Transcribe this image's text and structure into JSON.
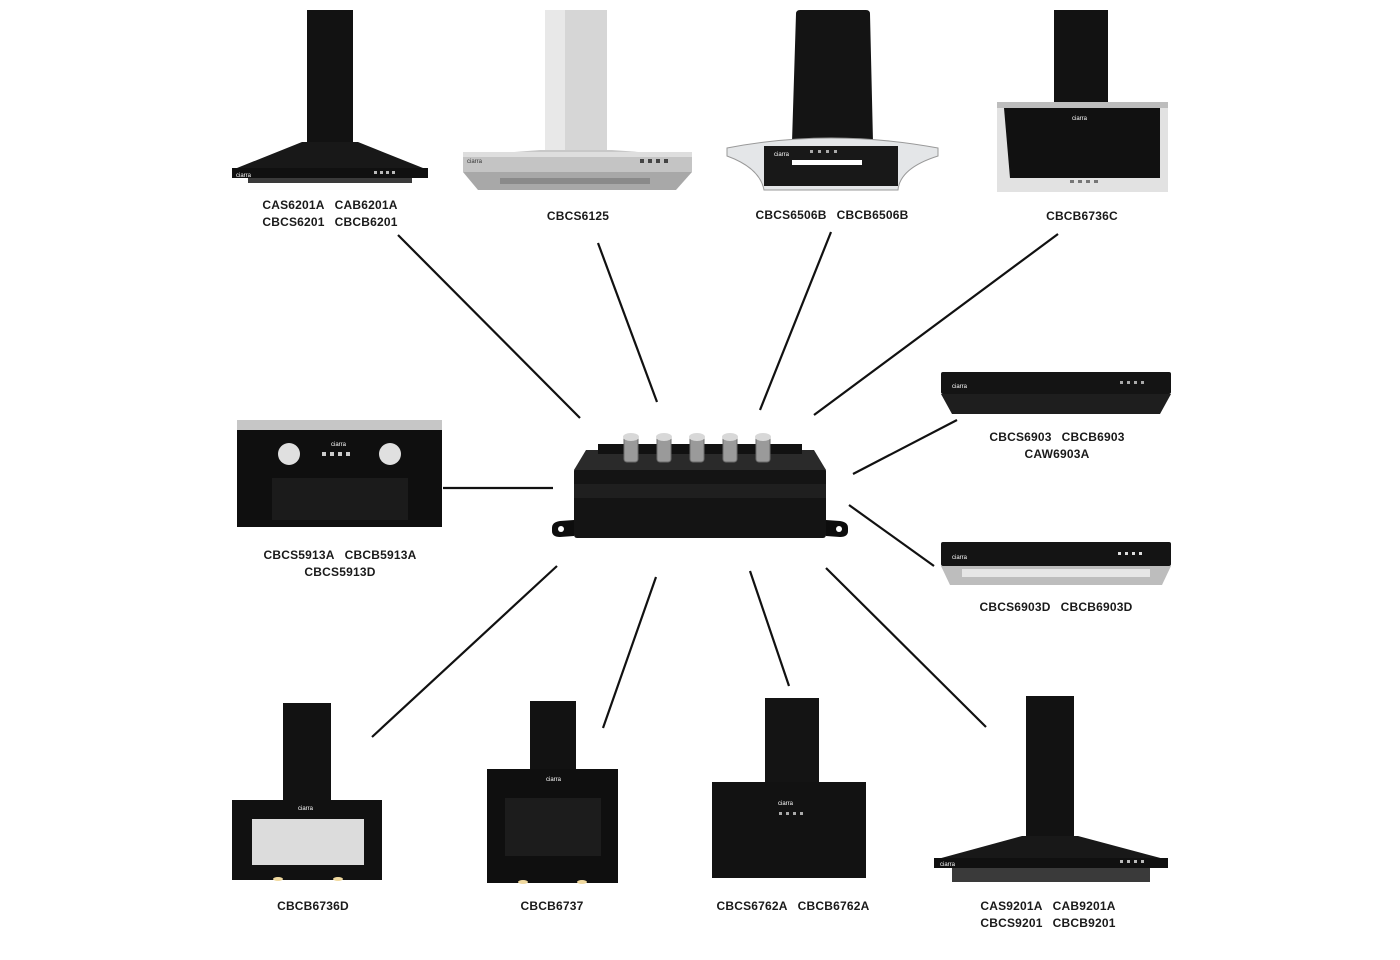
{
  "brand": "ciarra",
  "colors": {
    "black": "#111111",
    "steel": "#cfcfcf",
    "line": "#111111",
    "glass": "#e6e8ea"
  },
  "hub": {
    "name": "control-switch-unit",
    "knob_count": 5
  },
  "products": [
    {
      "id": "p1",
      "icon": "pyramid-hood-black-icon",
      "lines": [
        [
          "CAS6201A",
          "CAB6201A"
        ],
        [
          "CBCS6201",
          "CBCB6201"
        ]
      ]
    },
    {
      "id": "p2",
      "icon": "pyramid-hood-steel-icon",
      "lines": [
        [
          "CBCS6125"
        ]
      ]
    },
    {
      "id": "p3",
      "icon": "curved-glass-hood-icon",
      "lines": [
        [
          "CBCS6506B",
          "CBCB6506B"
        ]
      ]
    },
    {
      "id": "p4",
      "icon": "angled-glass-hood-icon",
      "lines": [
        [
          "CBCB6736C"
        ]
      ]
    },
    {
      "id": "p5",
      "icon": "slim-undercabinet-hood-icon",
      "lines": [
        [
          "CBCS6903",
          "CBCB6903"
        ],
        [
          "CAW6903A"
        ]
      ]
    },
    {
      "id": "p6",
      "icon": "slim-undercabinet-hood-light-icon",
      "lines": [
        [
          "CBCS6903D",
          "CBCB6903D"
        ]
      ]
    },
    {
      "id": "p7",
      "icon": "integrated-hood-icon",
      "lines": [
        [
          "CBCS5913A",
          "CBCB5913A"
        ],
        [
          "CBCS5913D"
        ]
      ]
    },
    {
      "id": "p8",
      "icon": "angled-window-hood-icon",
      "lines": [
        [
          "CBCB6736D"
        ]
      ]
    },
    {
      "id": "p9",
      "icon": "angled-black-hood-icon",
      "lines": [
        [
          "CBCB6737"
        ]
      ]
    },
    {
      "id": "p10",
      "icon": "angled-flat-hood-icon",
      "lines": [
        [
          "CBCS6762A",
          "CBCB6762A"
        ]
      ]
    },
    {
      "id": "p11",
      "icon": "pyramid-hood-large-icon",
      "lines": [
        [
          "CAS9201A",
          "CAB9201A"
        ],
        [
          "CBCS9201",
          "CBCB9201"
        ]
      ]
    }
  ]
}
